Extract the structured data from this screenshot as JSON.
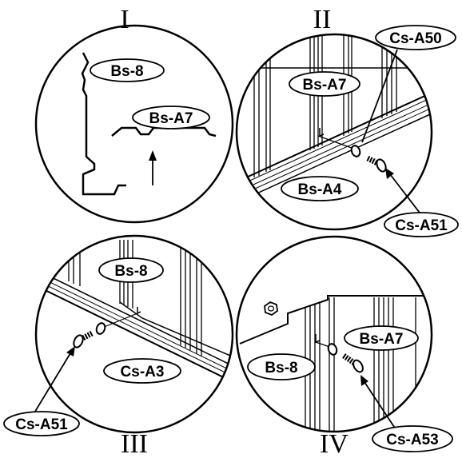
{
  "panels": [
    {
      "numeral": "I",
      "labels": [
        "Bs-8",
        "Bs-A7"
      ]
    },
    {
      "numeral": "II",
      "labels": [
        "Bs-A7",
        "Bs-A4",
        "Cs-A50",
        "Cs-A51"
      ]
    },
    {
      "numeral": "III",
      "labels": [
        "Bs-8",
        "Cs-A3",
        "Cs-A51"
      ]
    },
    {
      "numeral": "IV",
      "labels": [
        "Bs-A7",
        "Bs-8",
        "Cs-A53"
      ]
    }
  ],
  "colors": {
    "ink": "#000000",
    "background": "#ffffff"
  }
}
